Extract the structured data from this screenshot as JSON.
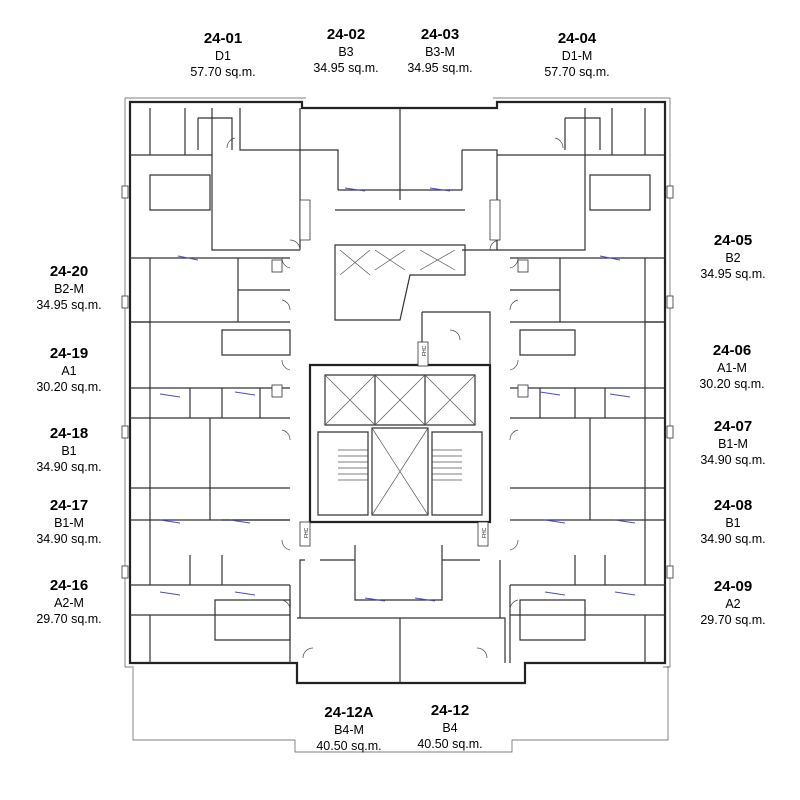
{
  "units": [
    {
      "id": "u2401",
      "number": "24-01",
      "type": "D1",
      "area": "57.70 sq.m."
    },
    {
      "id": "u2402",
      "number": "24-02",
      "type": "B3",
      "area": "34.95 sq.m."
    },
    {
      "id": "u2403",
      "number": "24-03",
      "type": "B3-M",
      "area": "34.95 sq.m."
    },
    {
      "id": "u2404",
      "number": "24-04",
      "type": "D1-M",
      "area": "57.70 sq.m."
    },
    {
      "id": "u2405",
      "number": "24-05",
      "type": "B2",
      "area": "34.95 sq.m."
    },
    {
      "id": "u2406",
      "number": "24-06",
      "type": "A1-M",
      "area": "30.20 sq.m."
    },
    {
      "id": "u2407",
      "number": "24-07",
      "type": "B1-M",
      "area": "34.90 sq.m."
    },
    {
      "id": "u2408",
      "number": "24-08",
      "type": "B1",
      "area": "34.90 sq.m."
    },
    {
      "id": "u2409",
      "number": "24-09",
      "type": "A2",
      "area": "29.70 sq.m."
    },
    {
      "id": "u2412",
      "number": "24-12",
      "type": "B4",
      "area": "40.50 sq.m."
    },
    {
      "id": "u2412a",
      "number": "24-12A",
      "type": "B4-M",
      "area": "40.50 sq.m."
    },
    {
      "id": "u2416",
      "number": "24-16",
      "type": "A2-M",
      "area": "29.70 sq.m."
    },
    {
      "id": "u2417",
      "number": "24-17",
      "type": "B1-M",
      "area": "34.90 sq.m."
    },
    {
      "id": "u2418",
      "number": "24-18",
      "type": "B1",
      "area": "34.90 sq.m."
    },
    {
      "id": "u2419",
      "number": "24-19",
      "type": "A1",
      "area": "30.20 sq.m."
    },
    {
      "id": "u2420",
      "number": "24-20",
      "type": "B2-M",
      "area": "34.95 sq.m."
    }
  ],
  "fire_hose_cabinet_label": "FHC",
  "colors": {
    "walls": "#333333",
    "windows": "#4a4ad0",
    "background": "#ffffff"
  }
}
